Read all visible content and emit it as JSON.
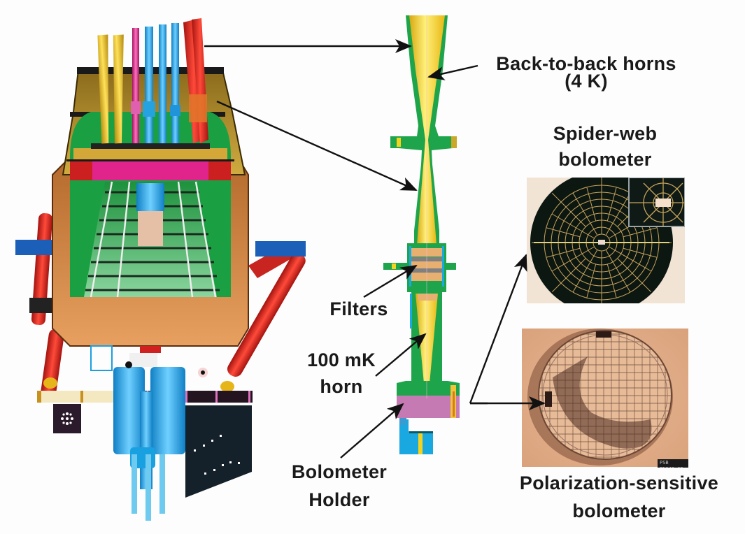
{
  "figure": {
    "left_panel": {
      "name": "Focal plane unit cutaway"
    },
    "center_panel": {
      "name": "Horn assembly cross-section"
    },
    "right_panels": [
      {
        "name": "Spider-web bolometer photo"
      },
      {
        "name": "Polarization-sensitive bolometer photo",
        "tag": "PSB EN043-05"
      }
    ]
  },
  "labels": {
    "back_to_back_horns_line1": "Back-to-back horns",
    "back_to_back_horns_line2": "(4 K)",
    "spider_web_line1": "Spider-web",
    "spider_web_line2": "bolometer",
    "filters": "Filters",
    "mk_horn_line1": "100 mK",
    "mk_horn_line2": "horn",
    "holder_line1": "Bolometer",
    "holder_line2": "Holder",
    "psb_line1": "Polarization-sensitive",
    "psb_line2": "bolometer"
  },
  "colors": {
    "horn_yellow": "#f5d21e",
    "horn_green": "#1fa54a",
    "holder_pink": "#c57ab4",
    "cyan": "#19a8e0",
    "copper": "#c9763c",
    "gold": "#b89530",
    "red_strut": "#d8231f",
    "magenta": "#e0248c"
  }
}
